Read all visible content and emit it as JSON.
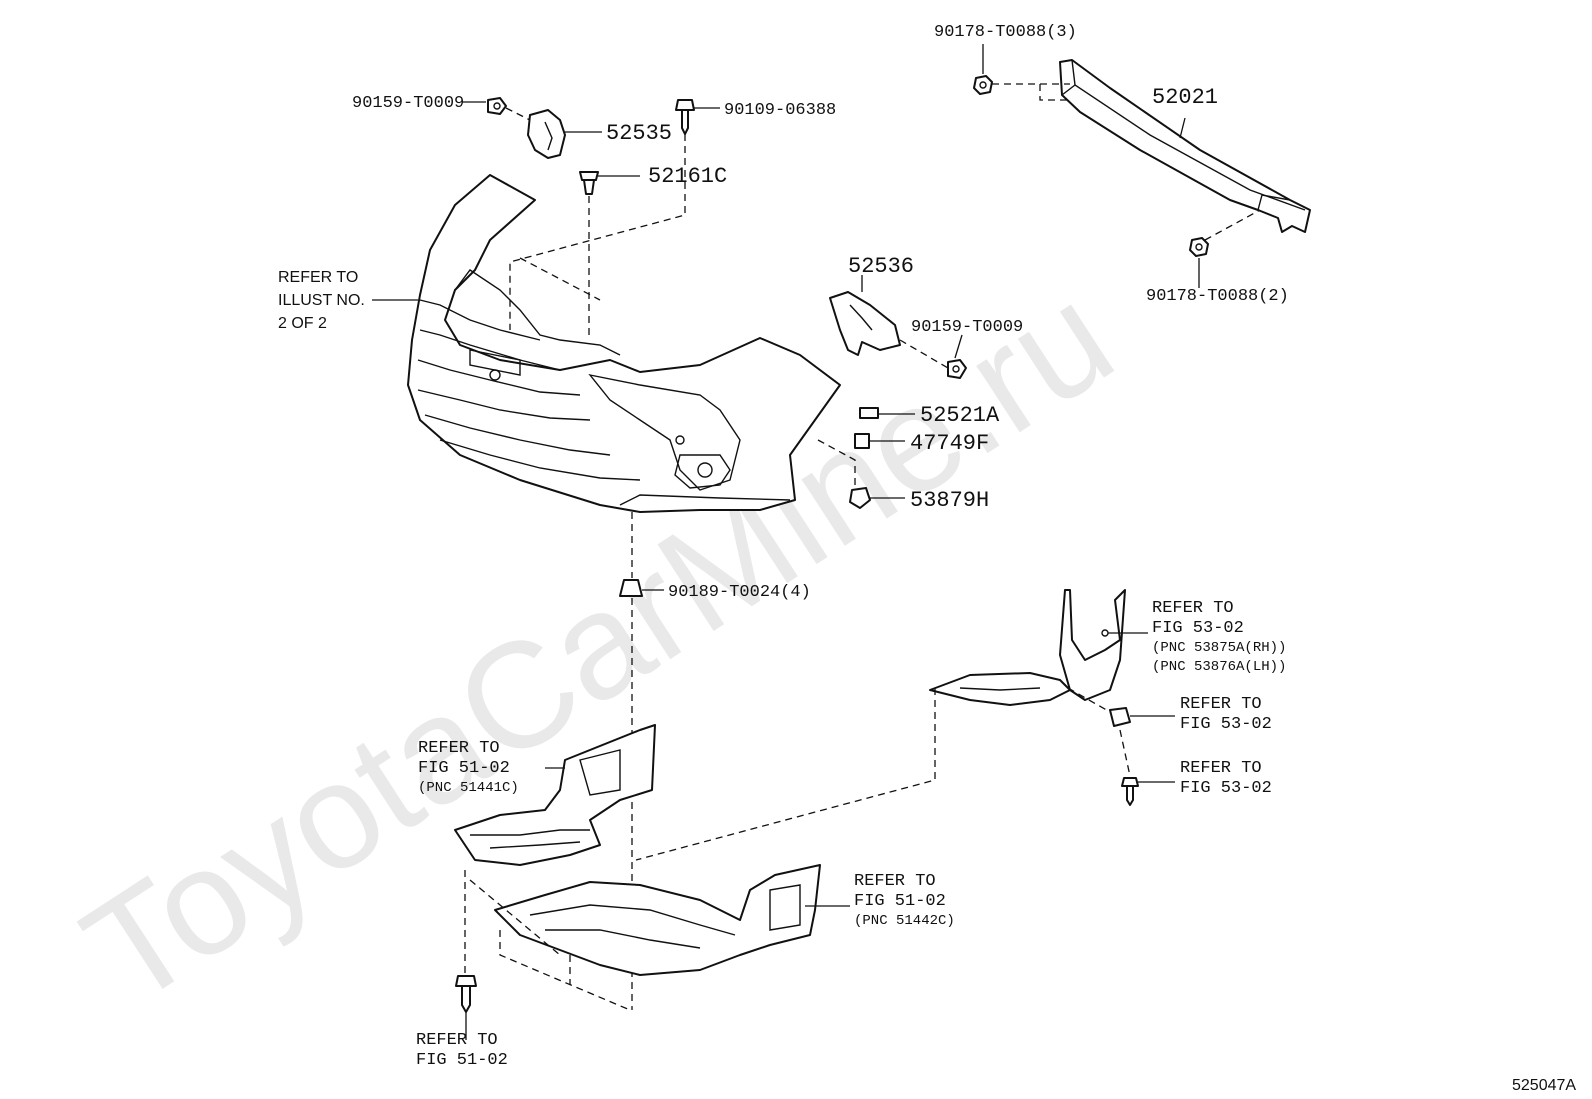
{
  "watermark": "ToyotaCarMine.ru",
  "diagram_id": "525047A",
  "callouts": {
    "p90178_3": "90178-T0088(3)",
    "p52021": "52021",
    "p90159_top": "90159-T0009",
    "p52535": "52535",
    "p90109": "90109-06388",
    "p52161C": "52161C",
    "p52536": "52536",
    "p90159_right": "90159-T0009",
    "p90178_2": "90178-T0088(2)",
    "p52521A": "52521A",
    "p47749F": "47749F",
    "p53879H": "53879H",
    "p90189": "90189-T0024(4)"
  },
  "references": {
    "illust": [
      "REFER TO",
      "ILLUST NO.",
      "2 OF 2"
    ],
    "fig53_pnc": [
      "REFER TO",
      "FIG 53-02",
      "(PNC 53875A(RH))",
      "(PNC 53876A(LH))"
    ],
    "fig53_clip": [
      "REFER TO",
      "FIG 53-02"
    ],
    "fig53_bolt": [
      "REFER TO",
      "FIG 53-02"
    ],
    "fig51_left": [
      "REFER TO",
      "FIG 51-02",
      "(PNC 51441C)"
    ],
    "fig51_center": [
      "REFER TO",
      "FIG 51-02",
      "(PNC 51442C)"
    ],
    "fig51_bolt": [
      "REFER TO",
      "FIG 51-02"
    ]
  }
}
